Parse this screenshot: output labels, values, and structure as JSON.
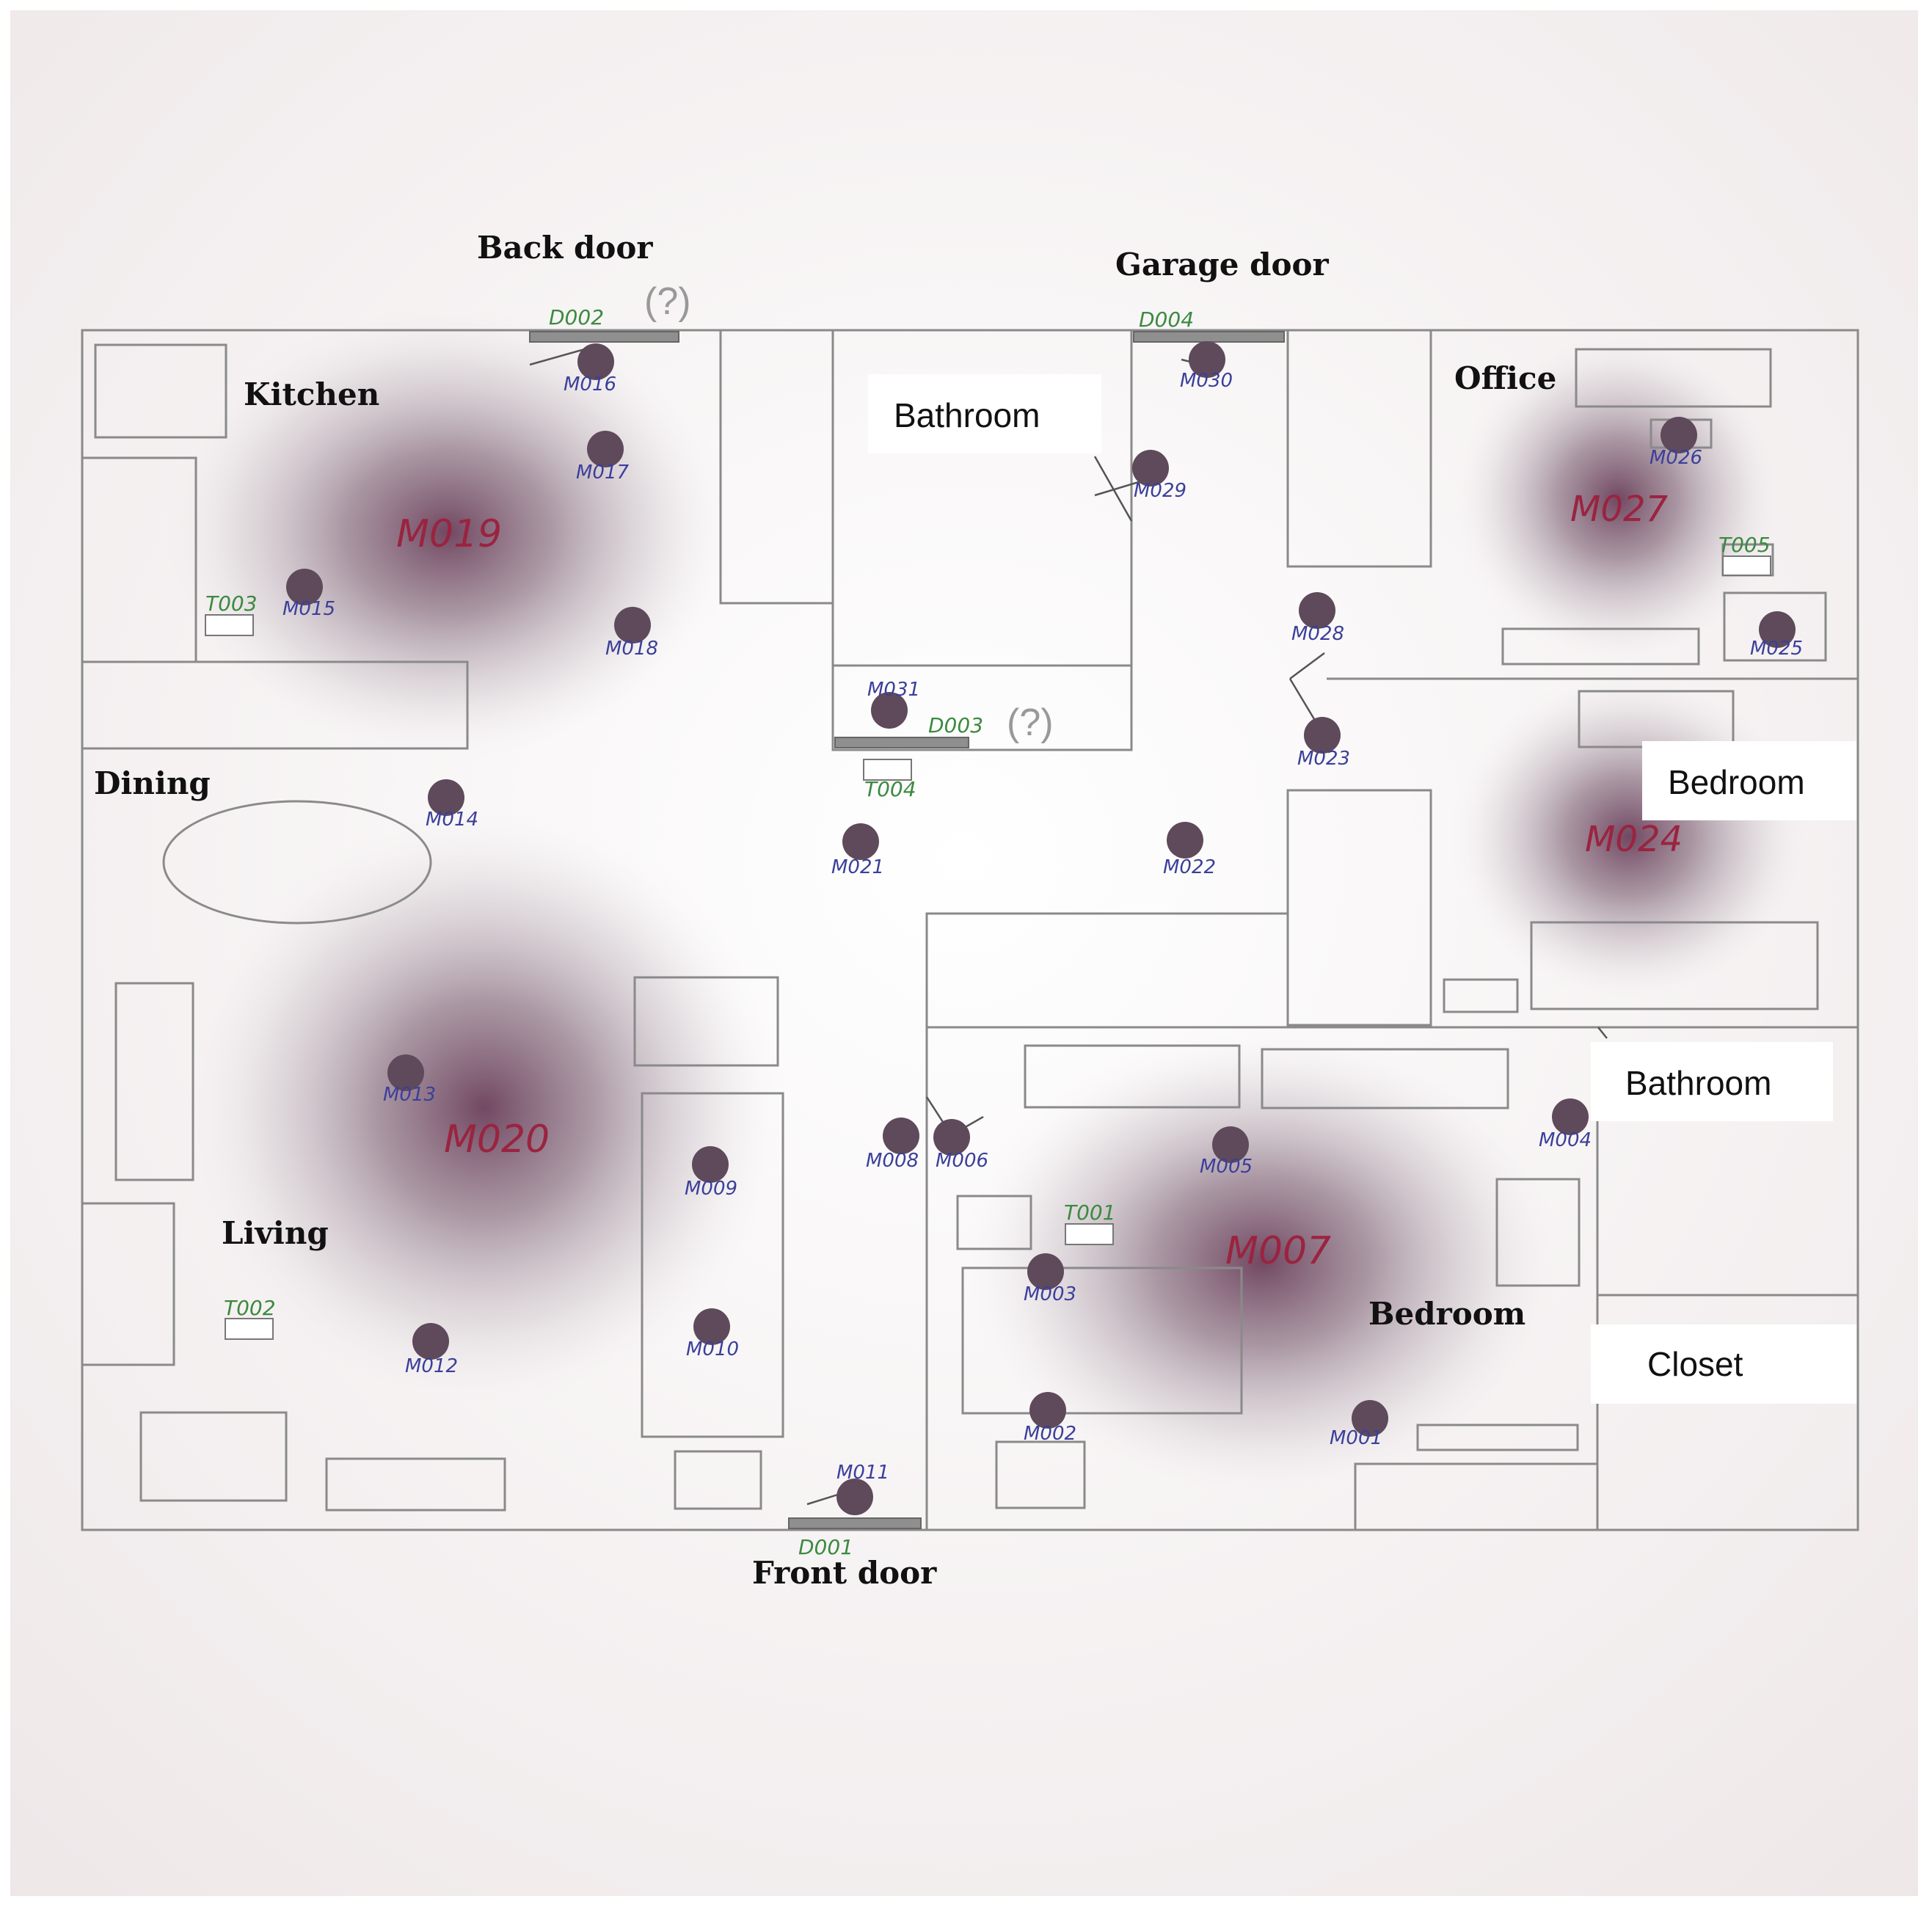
{
  "colors": {
    "paper": "#f7f3f3",
    "wall": "#8a8a8a",
    "sensor": "#5e4a5a",
    "sensor_id": "#3b3f9a",
    "area_label": "#9a2440",
    "door_temp_id": "#3c8a40",
    "door_bar": "#8f8f8f",
    "label_box": "#ffffff"
  },
  "room_labels": [
    {
      "id": "back-door",
      "text": "Back door",
      "style": "serif"
    },
    {
      "id": "garage-door",
      "text": "Garage door",
      "style": "serif"
    },
    {
      "id": "kitchen",
      "text": "Kitchen",
      "style": "serif"
    },
    {
      "id": "office",
      "text": "Office",
      "style": "serif"
    },
    {
      "id": "dining",
      "text": "Dining",
      "style": "serif"
    },
    {
      "id": "living",
      "text": "Living",
      "style": "serif"
    },
    {
      "id": "bedroom-main",
      "text": "Bedroom",
      "style": "serif"
    },
    {
      "id": "front-door",
      "text": "Front door",
      "style": "serif"
    },
    {
      "id": "bathroom-top",
      "text": "Bathroom",
      "style": "boxed"
    },
    {
      "id": "bedroom-right",
      "text": "Bedroom",
      "style": "boxed"
    },
    {
      "id": "bathroom-right",
      "text": "Bathroom",
      "style": "boxed"
    },
    {
      "id": "closet",
      "text": "Closet",
      "style": "boxed"
    }
  ],
  "uncertain_marks": [
    "(?)",
    "(?)"
  ],
  "area_sensors": [
    "M019",
    "M027",
    "M024",
    "M020",
    "M007"
  ],
  "motion_sensors": [
    "M016",
    "M017",
    "M015",
    "M018",
    "M030",
    "M029",
    "M026",
    "M028",
    "M025",
    "M031",
    "M023",
    "M014",
    "M021",
    "M022",
    "M013",
    "M009",
    "M008",
    "M006",
    "M005",
    "M004",
    "M003",
    "M010",
    "M012",
    "M002",
    "M001",
    "M011"
  ],
  "door_sensors": [
    "D002",
    "D004",
    "D003",
    "D001"
  ],
  "temperature_sensors": [
    "T003",
    "T005",
    "T004",
    "T001",
    "T002"
  ]
}
